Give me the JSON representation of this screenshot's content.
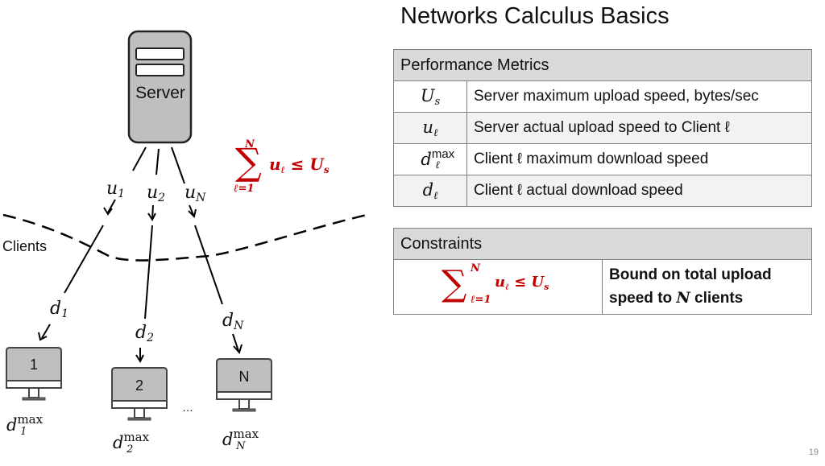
{
  "slide": {
    "title": "Networks Calculus Basics",
    "page_number": "19"
  },
  "diagram": {
    "server_label": "Server",
    "clients_label": "Clients",
    "upload_labels": [
      {
        "base": "u",
        "sub": "1"
      },
      {
        "base": "u",
        "sub": "2"
      },
      {
        "base": "u",
        "sub": "N"
      }
    ],
    "download_labels": [
      {
        "base": "d",
        "sub": "1"
      },
      {
        "base": "d",
        "sub": "2"
      },
      {
        "base": "d",
        "sub": "N"
      }
    ],
    "clients": [
      {
        "label": "1",
        "dmax_base": "d",
        "dmax_sub": "1",
        "dmax_sup": "max"
      },
      {
        "label": "2",
        "dmax_base": "d",
        "dmax_sub": "2",
        "dmax_sup": "max"
      },
      {
        "label": "N",
        "dmax_base": "d",
        "dmax_sub": "N",
        "dmax_sup": "max"
      }
    ],
    "ellipsis": "…",
    "sum_formula": {
      "sigma": "∑",
      "upper": "N",
      "lower": "ℓ=1",
      "term": "u",
      "term_sub": "ℓ",
      "relation": " ≤ ",
      "bound": "U",
      "bound_sub": "s"
    }
  },
  "performance_metrics": {
    "header": "Performance Metrics",
    "rows": [
      {
        "symbol": "U",
        "sub": "s",
        "sup": "",
        "description": "Server maximum upload speed, bytes/sec"
      },
      {
        "symbol": "u",
        "sub": "ℓ",
        "sup": "",
        "description": "Server actual upload speed to Client ℓ"
      },
      {
        "symbol": "d",
        "sub": "ℓ",
        "sup": "max",
        "description": "Client ℓ maximum download speed"
      },
      {
        "symbol": "d",
        "sub": "ℓ",
        "sup": "",
        "description": "Client ℓ actual download speed"
      }
    ]
  },
  "constraints": {
    "header": "Constraints",
    "formula": {
      "sigma": "∑",
      "upper": "N",
      "lower": "ℓ=1",
      "term": "u",
      "term_sub": "ℓ",
      "relation": " ≤ ",
      "bound": "U",
      "bound_sub": "s"
    },
    "description_line1": "Bound on total upload",
    "description_line2_pre": "speed to ",
    "description_line2_var": "N",
    "description_line2_post": " clients"
  },
  "colors": {
    "accent_red": "#c00000",
    "header_fill": "#d9d9d9",
    "device_fill": "#bfbfbf"
  }
}
